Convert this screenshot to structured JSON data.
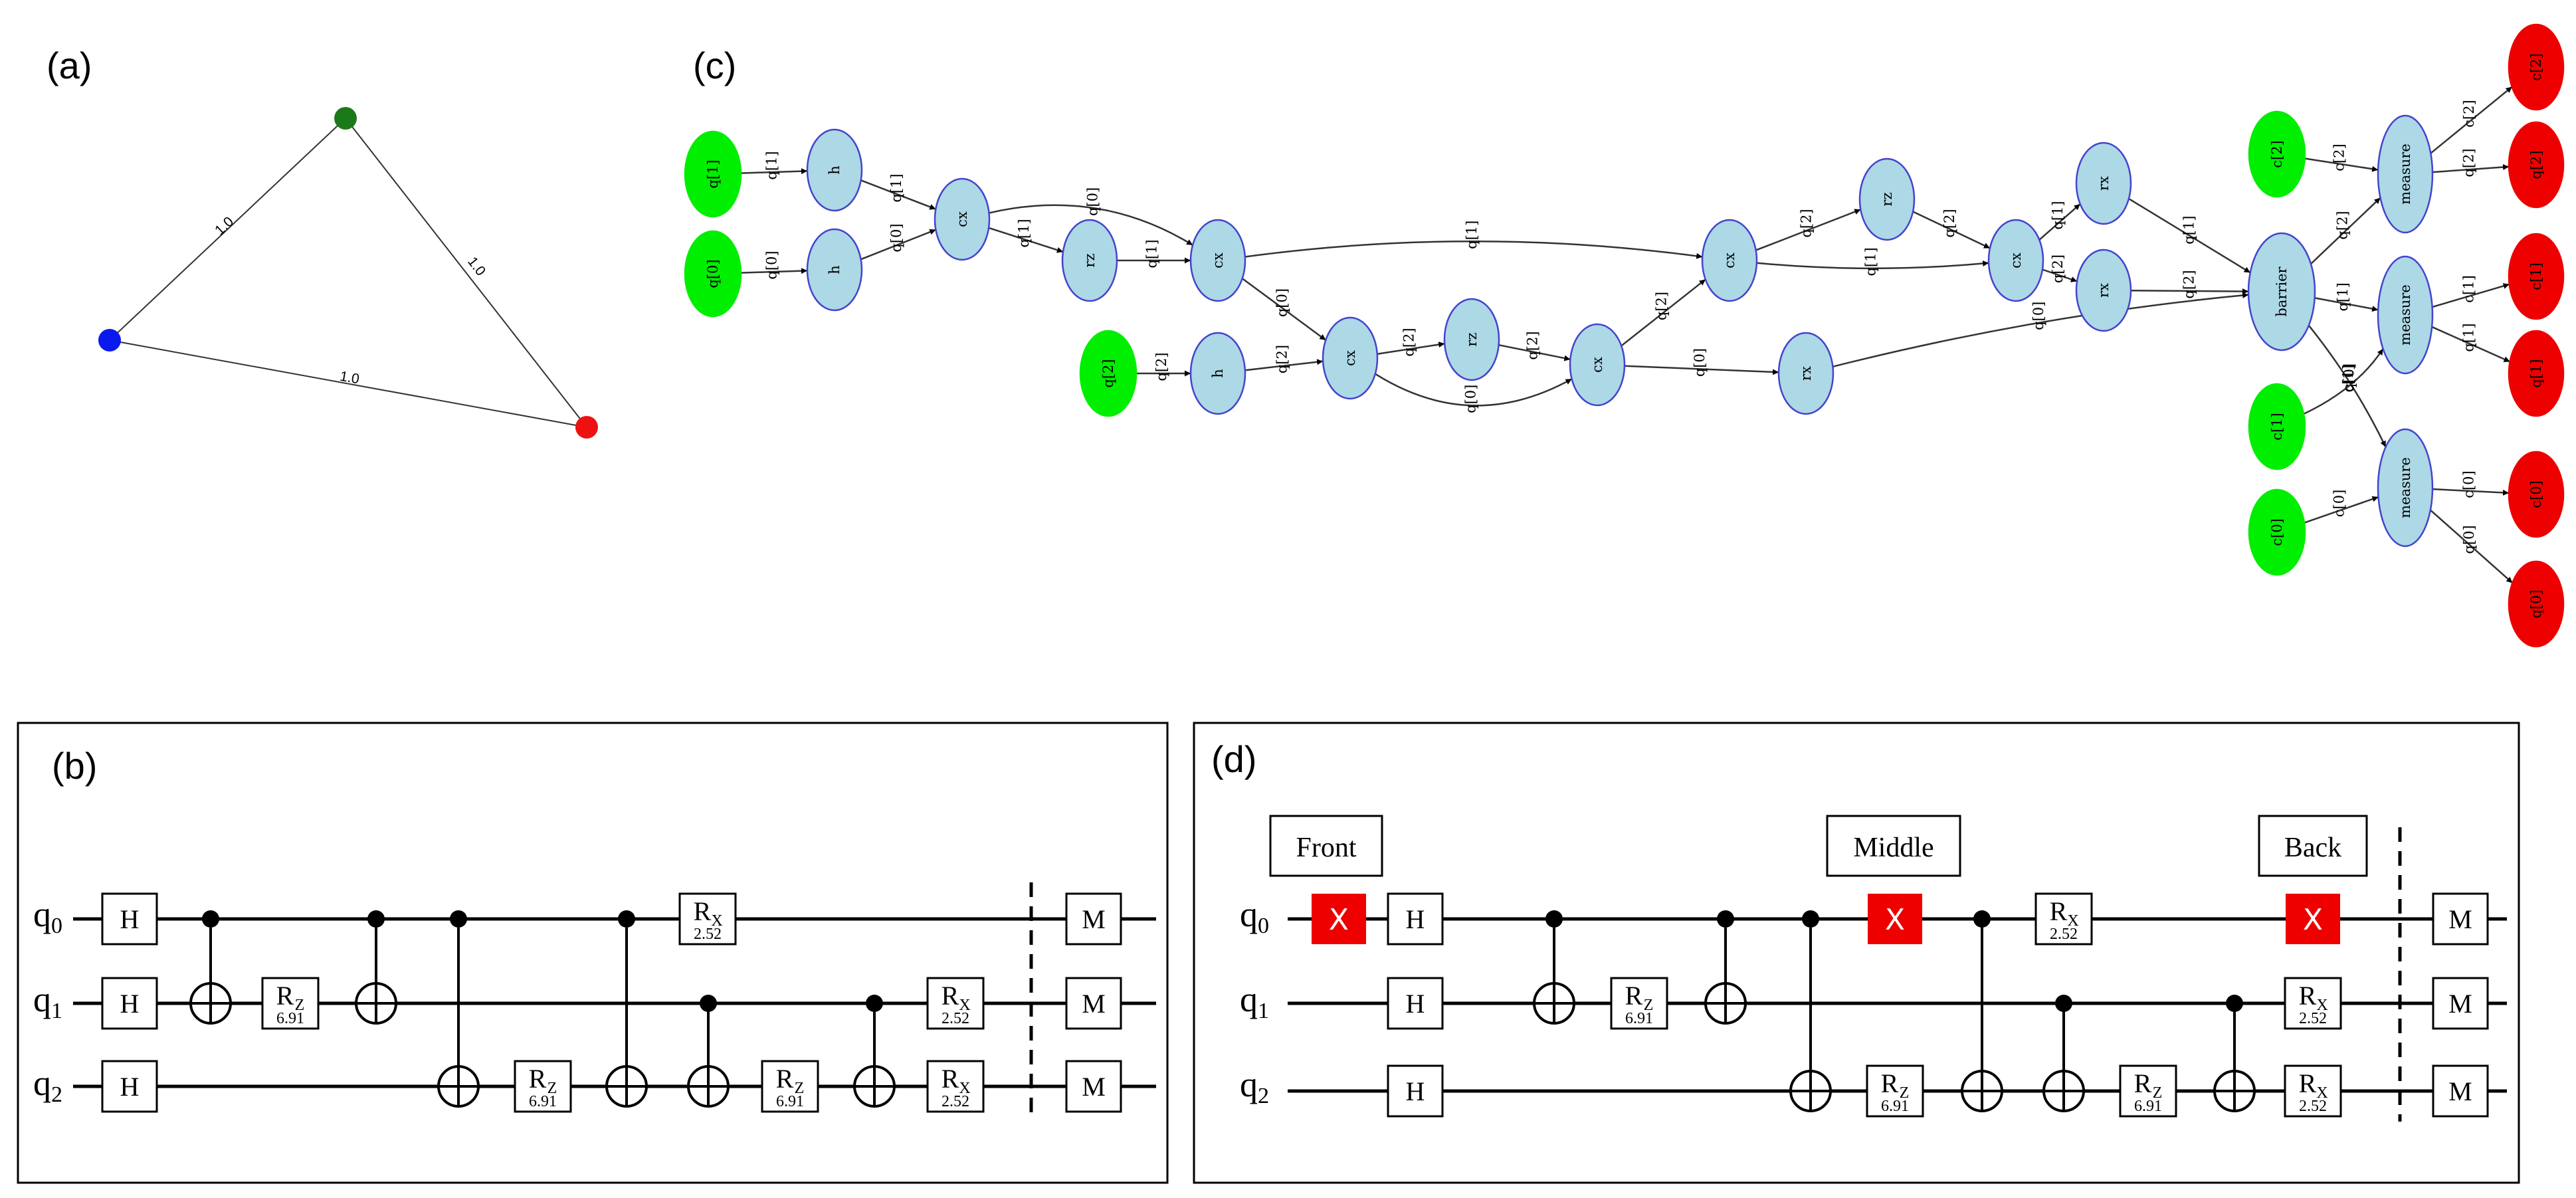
{
  "panels": {
    "a": {
      "label": "(a)",
      "node_colors": [
        "#1a7a1a",
        "#0a1aee",
        "#ee1111"
      ],
      "edges": [
        {
          "from": 0,
          "to": 1,
          "label": "1.0"
        },
        {
          "from": 0,
          "to": 2,
          "label": "1.0"
        },
        {
          "from": 1,
          "to": 2,
          "label": "1.0"
        }
      ]
    },
    "b": {
      "label": "(b)",
      "qubits": [
        {
          "name": "q",
          "sub": "0"
        },
        {
          "name": "q",
          "sub": "1"
        },
        {
          "name": "q",
          "sub": "2"
        }
      ]
    },
    "c": {
      "label": "(c)",
      "colors": {
        "input": "#00ee00",
        "op": "#add8e6",
        "output": "#ee0000",
        "border": "#4444cc"
      },
      "nodes": [
        {
          "id": "in_q1",
          "text": "q[1]",
          "kind": "input"
        },
        {
          "id": "in_q0",
          "text": "q[0]",
          "kind": "input"
        },
        {
          "id": "in_q2",
          "text": "q[2]",
          "kind": "input"
        },
        {
          "id": "h1",
          "text": "h",
          "kind": "op"
        },
        {
          "id": "h0",
          "text": "h",
          "kind": "op"
        },
        {
          "id": "cx1",
          "text": "cx",
          "kind": "op"
        },
        {
          "id": "rz1",
          "text": "rz",
          "kind": "op"
        },
        {
          "id": "cx2",
          "text": "cx",
          "kind": "op"
        },
        {
          "id": "h2",
          "text": "h",
          "kind": "op"
        },
        {
          "id": "cx3",
          "text": "cx",
          "kind": "op"
        },
        {
          "id": "rz2",
          "text": "rz",
          "kind": "op"
        },
        {
          "id": "cx4",
          "text": "cx",
          "kind": "op"
        },
        {
          "id": "rx0",
          "text": "rx",
          "kind": "op"
        },
        {
          "id": "cx5",
          "text": "cx",
          "kind": "op"
        },
        {
          "id": "rz3",
          "text": "rz",
          "kind": "op"
        },
        {
          "id": "cx6",
          "text": "cx",
          "kind": "op"
        },
        {
          "id": "rx1",
          "text": "rx",
          "kind": "op"
        },
        {
          "id": "rx2",
          "text": "rx",
          "kind": "op"
        },
        {
          "id": "barrier",
          "text": "barrier",
          "kind": "op"
        },
        {
          "id": "in_c2",
          "text": "c[2]",
          "kind": "input"
        },
        {
          "id": "in_c1",
          "text": "c[1]",
          "kind": "input"
        },
        {
          "id": "in_c0",
          "text": "c[0]",
          "kind": "input"
        },
        {
          "id": "m2",
          "text": "measure",
          "kind": "op"
        },
        {
          "id": "m1",
          "text": "measure",
          "kind": "op"
        },
        {
          "id": "m0",
          "text": "measure",
          "kind": "op"
        },
        {
          "id": "out_c2",
          "text": "c[2]",
          "kind": "output"
        },
        {
          "id": "out_q2",
          "text": "q[2]",
          "kind": "output"
        },
        {
          "id": "out_c1",
          "text": "c[1]",
          "kind": "output"
        },
        {
          "id": "out_q1",
          "text": "q[1]",
          "kind": "output"
        },
        {
          "id": "out_c0",
          "text": "c[0]",
          "kind": "output"
        },
        {
          "id": "out_q0",
          "text": "q[0]",
          "kind": "output"
        }
      ],
      "edges": [
        {
          "from": "in_q1",
          "to": "h1",
          "label": "q[1]"
        },
        {
          "from": "in_q0",
          "to": "h0",
          "label": "q[0]"
        },
        {
          "from": "h1",
          "to": "cx1",
          "label": "q[1]"
        },
        {
          "from": "h0",
          "to": "cx1",
          "label": "q[0]"
        },
        {
          "from": "cx1",
          "to": "cx2",
          "label": "q[0]"
        },
        {
          "from": "cx1",
          "to": "rz1",
          "label": "q[1]"
        },
        {
          "from": "rz1",
          "to": "cx2",
          "label": "q[1]"
        },
        {
          "from": "in_q2",
          "to": "h2",
          "label": "q[2]"
        },
        {
          "from": "h2",
          "to": "cx3",
          "label": "q[2]"
        },
        {
          "from": "cx2",
          "to": "cx3",
          "label": "q[0]"
        },
        {
          "from": "cx2",
          "to": "cx5",
          "label": "q[1]"
        },
        {
          "from": "cx3",
          "to": "rz2",
          "label": "q[2]"
        },
        {
          "from": "cx3",
          "to": "cx4",
          "label": "q[0]"
        },
        {
          "from": "rz2",
          "to": "cx4",
          "label": "q[2]"
        },
        {
          "from": "cx4",
          "to": "cx5",
          "label": "q[2]"
        },
        {
          "from": "cx4",
          "to": "rx0",
          "label": "q[0]"
        },
        {
          "from": "cx5",
          "to": "rz3",
          "label": "q[2]"
        },
        {
          "from": "cx5",
          "to": "cx6",
          "label": "q[1]"
        },
        {
          "from": "rz3",
          "to": "cx6",
          "label": "q[2]"
        },
        {
          "from": "cx6",
          "to": "rx1",
          "label": "q[1]"
        },
        {
          "from": "cx6",
          "to": "rx2",
          "label": "q[2]"
        },
        {
          "from": "rx1",
          "to": "barrier",
          "label": "q[1]"
        },
        {
          "from": "rx2",
          "to": "barrier",
          "label": "q[2]"
        },
        {
          "from": "rx0",
          "to": "barrier",
          "label": "q[0]"
        },
        {
          "from": "barrier",
          "to": "m2",
          "label": "q[2]"
        },
        {
          "from": "barrier",
          "to": "m1",
          "label": "q[1]"
        },
        {
          "from": "barrier",
          "to": "m0",
          "label": "q[0]"
        },
        {
          "from": "in_c2",
          "to": "m2",
          "label": "c[2]"
        },
        {
          "from": "in_c1",
          "to": "m1",
          "label": "c[1]"
        },
        {
          "from": "in_c0",
          "to": "m0",
          "label": "c[0]"
        },
        {
          "from": "m2",
          "to": "out_c2",
          "label": "c[2]"
        },
        {
          "from": "m2",
          "to": "out_q2",
          "label": "q[2]"
        },
        {
          "from": "m1",
          "to": "out_c1",
          "label": "c[1]"
        },
        {
          "from": "m1",
          "to": "out_q1",
          "label": "q[1]"
        },
        {
          "from": "m0",
          "to": "out_c0",
          "label": "c[0]"
        },
        {
          "from": "m0",
          "to": "out_q0",
          "label": "q[0]"
        }
      ]
    },
    "d": {
      "label": "(d)",
      "regions": {
        "front": "Front",
        "middle": "Middle",
        "back": "Back"
      },
      "error_gate": {
        "text": "X",
        "color": "#ee0000"
      },
      "qubits": [
        {
          "name": "q",
          "sub": "0"
        },
        {
          "name": "q",
          "sub": "1"
        },
        {
          "name": "q",
          "sub": "2"
        }
      ]
    }
  },
  "gates": {
    "h": "H",
    "m": "M",
    "rz": {
      "name": "R",
      "sub": "Z",
      "value": "6.91"
    },
    "rx": {
      "name": "R",
      "sub": "X",
      "value": "2.52"
    }
  }
}
